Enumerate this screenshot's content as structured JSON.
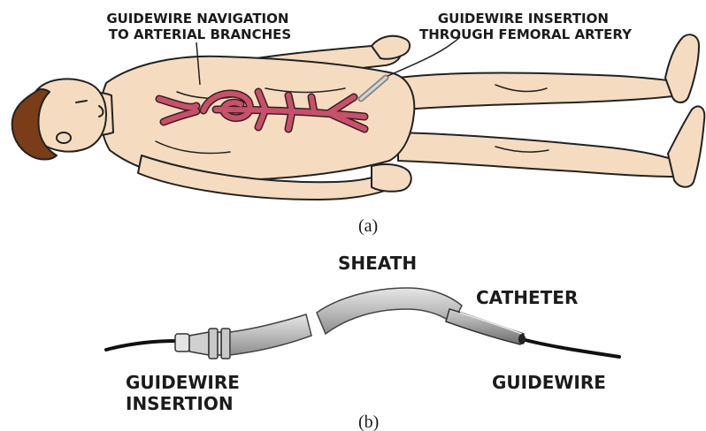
{
  "panel_a": {
    "label_left": {
      "line1": "GUIDEWIRE NAVIGATION",
      "line2": "TO ARTERIAL BRANCHES"
    },
    "label_right": {
      "line1": "GUIDEWIRE INSERTION",
      "line2": "THROUGH FEMORAL ARTERY"
    },
    "caption": "(a)"
  },
  "panel_b": {
    "sheath": "SHEATH",
    "catheter": "CATHETER",
    "guidewire_insertion": {
      "line1": "GUIDEWIRE",
      "line2": "INSERTION"
    },
    "guidewire": "GUIDEWIRE",
    "caption": "(b)"
  },
  "colors": {
    "skin": "#f5dcc0",
    "hair": "#7a3d18",
    "artery": "#c8506a",
    "device_gray": "#bdbdbd",
    "wire": "#111111"
  }
}
